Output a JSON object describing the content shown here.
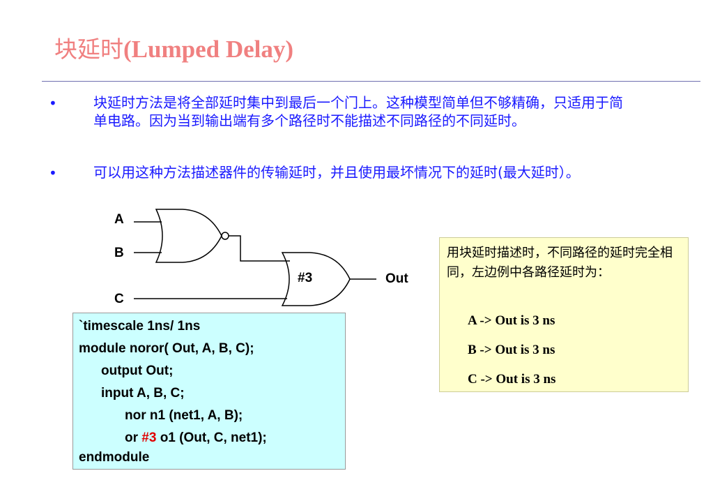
{
  "title": {
    "zh": "块延时",
    "latin": "(Lumped Delay)"
  },
  "bullets": [
    {
      "marker": "•",
      "text": "块延时方法是将全部延时集中到最后一个门上。这种模型简单但不够精确，只适用于简单电路。因为当到输出端有多个路径时不能描述不同路径的不同延时。"
    },
    {
      "marker": "•",
      "text": "可以用这种方法描述器件的传输延时，并且使用最坏情况下的延时(最大延时）。"
    }
  ],
  "circuit": {
    "inputs": [
      "A",
      "B",
      "C"
    ],
    "gate_label": "#3",
    "output": "Out"
  },
  "code": {
    "timescale": "`timescale 1ns/ 1ns",
    "module": "module noror( Out, A, B, C);",
    "output": "output Out;",
    "input": "input A, B, C;",
    "nor": "nor n1 (net1, A, B);",
    "or_pre": "or ",
    "or_delay": "#3",
    "or_post": " o1 (Out, C, net1);",
    "end": "endmodule"
  },
  "note": {
    "text": "用块延时描述时，不同路径的延时完全相同，左边例中各路径延时为：",
    "delays": [
      "A -> Out is 3 ns",
      "B -> Out is 3 ns",
      "C -> Out is 3 ns"
    ]
  }
}
